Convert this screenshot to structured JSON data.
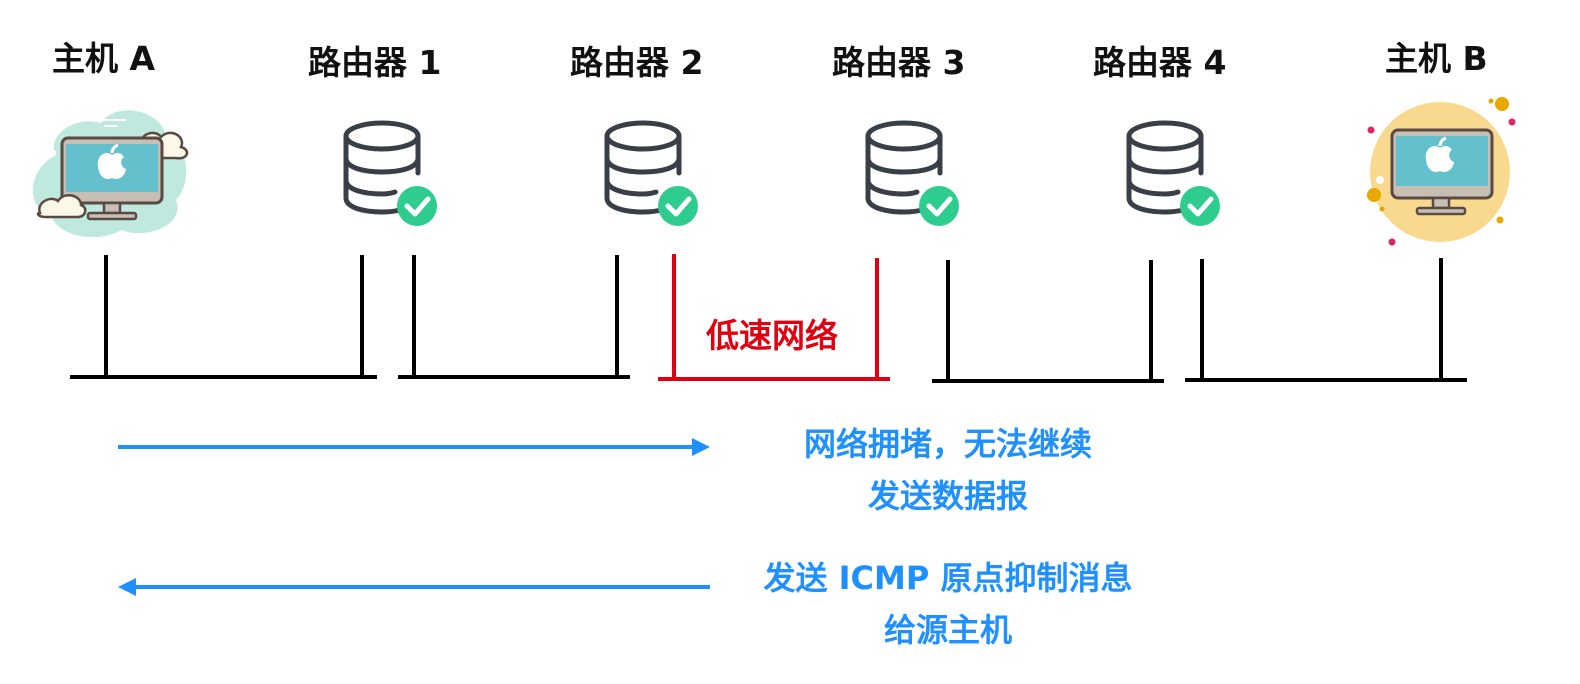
{
  "nodes": [
    {
      "label": "主机 A",
      "type": "host",
      "variant": "cloud"
    },
    {
      "label": "路由器 1",
      "type": "router"
    },
    {
      "label": "路由器 2",
      "type": "router"
    },
    {
      "label": "路由器 3",
      "type": "router"
    },
    {
      "label": "路由器 4",
      "type": "router"
    },
    {
      "label": "主机 B",
      "type": "host",
      "variant": "sun"
    }
  ],
  "links": [
    {
      "name": "link-a-r1",
      "status": "normal"
    },
    {
      "name": "link-r1-r2",
      "status": "normal"
    },
    {
      "name": "link-r2-r3",
      "status": "slow",
      "label": "低速网络"
    },
    {
      "name": "link-r3-r4",
      "status": "normal"
    },
    {
      "name": "link-r4-b",
      "status": "normal"
    }
  ],
  "messages": {
    "forward": {
      "direction": "right",
      "lines": [
        "网络拥堵，无法继续",
        "发送数据报"
      ]
    },
    "backward": {
      "direction": "left",
      "lines": [
        "发送 ICMP 原点抑制消息",
        "给源主机"
      ]
    }
  },
  "colors": {
    "slow_link": "#e00010",
    "message": "#1e90ff",
    "router_check": "#2ecc8f",
    "router_stroke": "#3a3f47",
    "host_a_bg": "#bfe9df",
    "host_b_bg": "#f9d98e",
    "screen": "#63c0cc"
  }
}
